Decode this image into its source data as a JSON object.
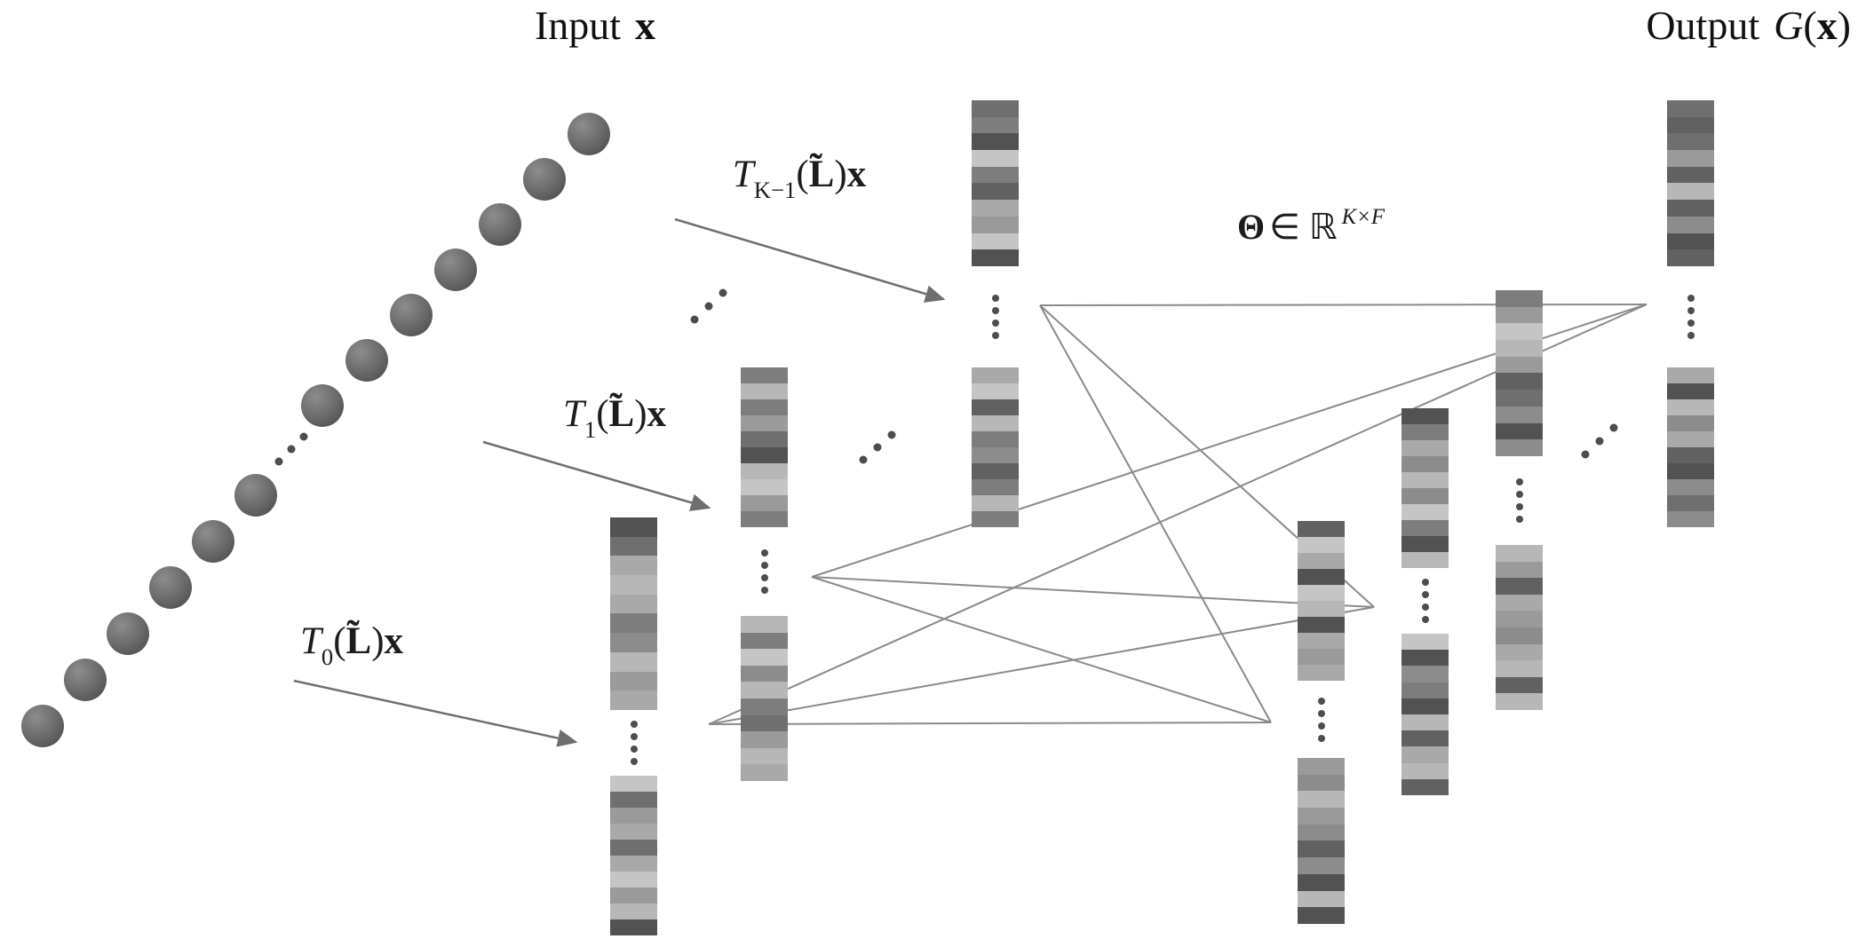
{
  "figure": {
    "background": "#ffffff",
    "line_color": "#8a8a8a",
    "arrow_color": "#6e6e6e",
    "node_color": "#666666",
    "dot_color": "#4d4d4d",
    "bar_palette": [
      "#525252",
      "#616161",
      "#6f6f6f",
      "#7d7d7d",
      "#8c8c8c",
      "#9a9a9a",
      "#a9a9a9",
      "#b7b7b7",
      "#c5c5c5"
    ],
    "input_nodes": {
      "count": 13,
      "ellipsis": true
    },
    "feature_columns": {
      "chebyshev_count": 3,
      "hidden_count": 3,
      "output_count": 1
    },
    "weight_connections": {
      "sources": 3,
      "targets": 3
    }
  },
  "labels": {
    "input": {
      "text": "Input",
      "vec": "x"
    },
    "output": {
      "text": "Output",
      "func": "G",
      "open": "(",
      "vec": "x",
      "close": ")"
    },
    "theta": {
      "matrix": "Θ",
      "element_of": "∈",
      "set": "ℝ",
      "sup": "K×F"
    },
    "arrows": [
      {
        "base": "T",
        "sub": "0",
        "open": "(",
        "matrix": "L̃",
        "close": ")",
        "vec": "x"
      },
      {
        "base": "T",
        "sub": "1",
        "open": "(",
        "matrix": "L̃",
        "close": ")",
        "vec": "x"
      },
      {
        "base": "T",
        "sub": "K−1",
        "open": "(",
        "matrix": "L̃",
        "close": ")",
        "vec": "x"
      }
    ]
  }
}
